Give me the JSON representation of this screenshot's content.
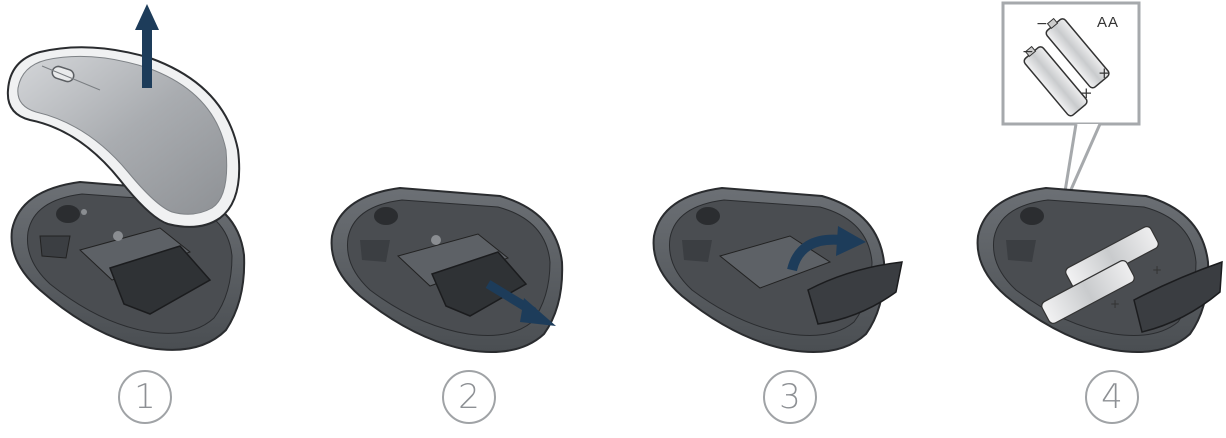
{
  "steps": [
    {
      "number": "1"
    },
    {
      "number": "2"
    },
    {
      "number": "3"
    },
    {
      "number": "4"
    }
  ],
  "battery_callout": {
    "type_label": "AA",
    "polarity_plus": "+",
    "polarity_minus": "−"
  },
  "colors": {
    "arrow": "#1d3c5a",
    "mouse_body": "#585c61",
    "mouse_dark": "#3a3d41",
    "cover_top": "#b9bcc0",
    "cover_edge": "#e2e3e5",
    "outline": "#2a2c2f",
    "battery": "#d7d8da",
    "callout_border": "#a6a9ac"
  },
  "icons": [
    "arrow-up-icon",
    "arrow-down-right-icon",
    "arrow-curved-icon"
  ]
}
